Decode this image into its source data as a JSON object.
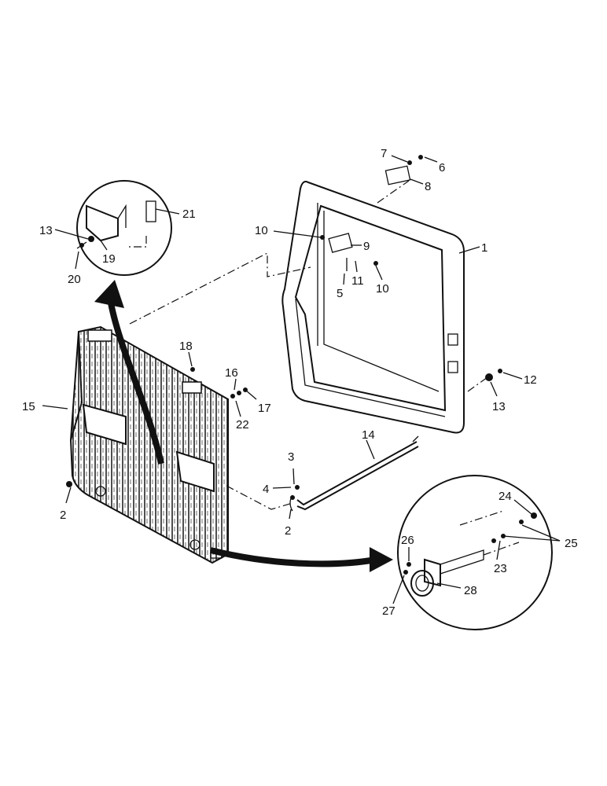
{
  "diagram": {
    "type": "exploded-parts-view",
    "callouts": [
      "1",
      "2",
      "2",
      "3",
      "4",
      "5",
      "6",
      "7",
      "8",
      "9",
      "10",
      "10",
      "11",
      "12",
      "13",
      "13",
      "14",
      "15",
      "16",
      "17",
      "18",
      "19",
      "20",
      "21",
      "22",
      "23",
      "24",
      "25",
      "26",
      "27",
      "28"
    ]
  }
}
